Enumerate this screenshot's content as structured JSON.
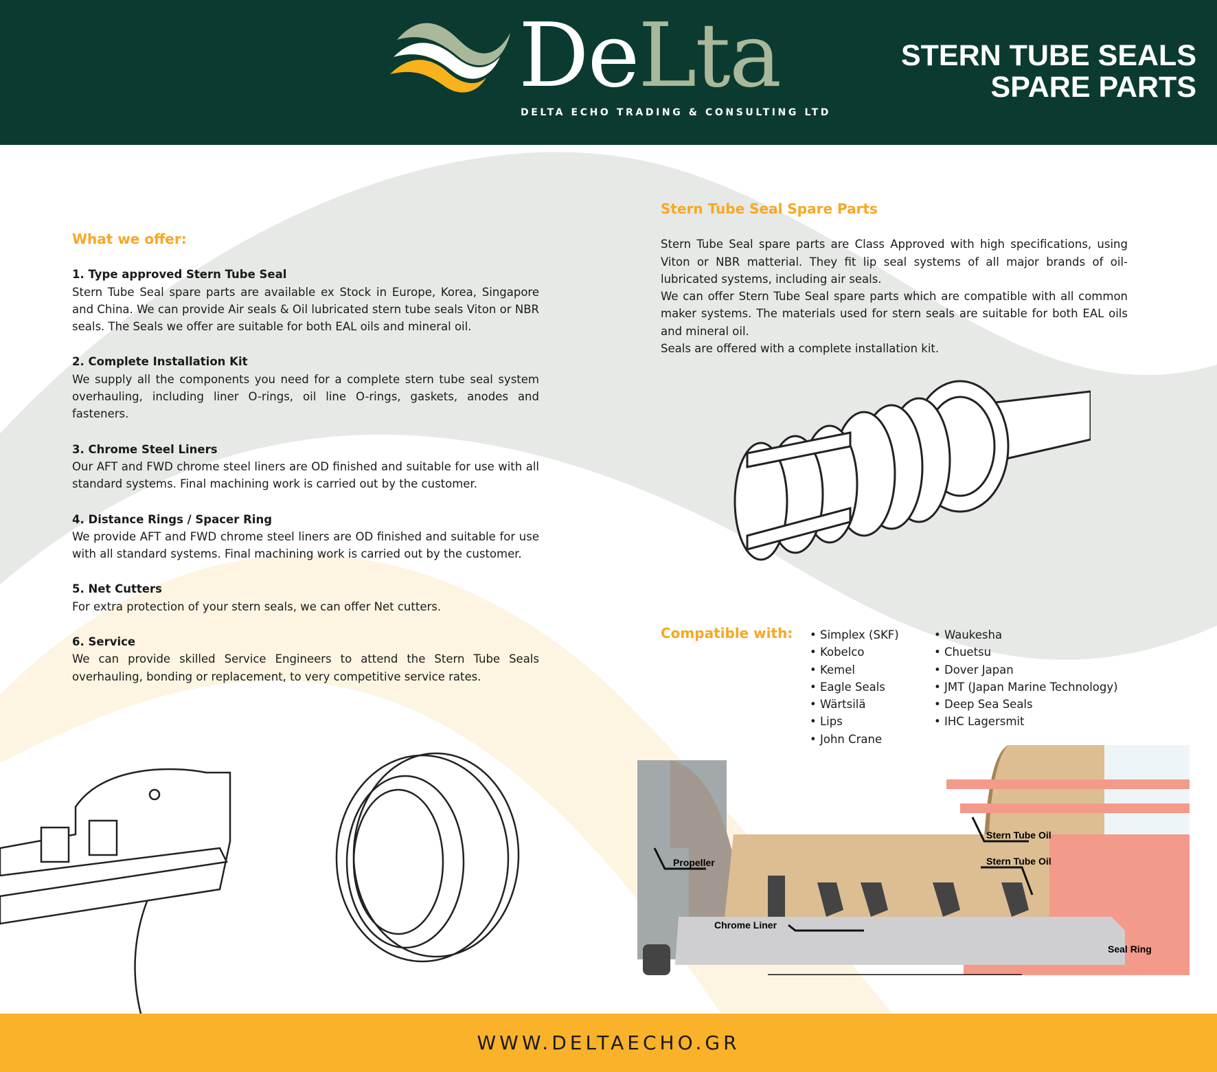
{
  "header": {
    "logo_text": "DeLta",
    "tagline": "DELTA ECHO TRADING & CONSULTING LTD",
    "title_line1": "STERN TUBE SEALS",
    "title_line2": "SPARE PARTS"
  },
  "offer": {
    "heading": "What we offer:",
    "items": [
      {
        "title": "1. Type approved Stern Tube Seal",
        "text": "Stern Tube Seal spare parts are available ex Stock in Europe, Korea, Singapore and China. We can provide Air seals & Oil lubricated stern tube seals Viton or NBR seals. The Seals we offer are suitable for both EAL oils and mineral oil."
      },
      {
        "title": "2. Complete Installation Kit",
        "text": "We supply all the components you need for a complete stern tube seal system overhauling, including liner O-rings, oil line O-rings, gaskets, anodes and fasteners."
      },
      {
        "title": "3. Chrome Steel Liners",
        "text": "Our AFT and FWD chrome steel liners are OD finished and suitable for use with all standard systems. Final machining work is carried out by the customer."
      },
      {
        "title": "4. Distance Rings / Spacer Ring",
        "text": "We provide AFT and FWD chrome steel liners are OD finished and suitable for use with all standard systems. Final machining work is carried out by the customer."
      },
      {
        "title": "5. Net Cutters",
        "text": "For extra protection of your stern seals, we can offer Net cutters."
      },
      {
        "title": "6. Service",
        "text": "We can provide skilled Service Engineers to attend the Stern Tube Seals overhauling, bonding or replacement, to very competitive service rates."
      }
    ]
  },
  "spare": {
    "heading": "Stern Tube Seal Spare Parts",
    "p1": "Stern Tube Seal spare parts are Class Approved with high specifications, using Viton or NBR matterial. They fit lip seal systems of all major brands of oil-lubricated systems, including air seals.",
    "p2": "We can offer Stern Tube Seal spare parts which are compatible with all common maker systems. The materials used for stern seals are suitable for both EAL oils and mineral oil.",
    "p3": "Seals are offered with a complete installation kit."
  },
  "compatible": {
    "heading": "Compatible with:",
    "col1": [
      "Simplex (SKF)",
      "Kobelco",
      "Kemel",
      "Eagle Seals",
      "Wärtsilä",
      "Lips",
      "John Crane"
    ],
    "col2": [
      "Waukesha",
      "Chuetsu",
      "Dover Japan",
      "JMT (Japan Marine Technology)",
      "Deep Sea Seals",
      "IHC Lagersmit"
    ]
  },
  "diagram": {
    "propeller": "Propeller",
    "chrome_liner": "Chrome Liner",
    "oil1": "Stern Tube Oil",
    "oil2": "Stern Tube Oil",
    "seal_ring": "Seal Ring"
  },
  "footer": {
    "url": "WWW.DELTAECHO.GR"
  },
  "colors": {
    "green": "#0b3b30",
    "orange": "#f7a823",
    "footer": "#f9b229"
  }
}
